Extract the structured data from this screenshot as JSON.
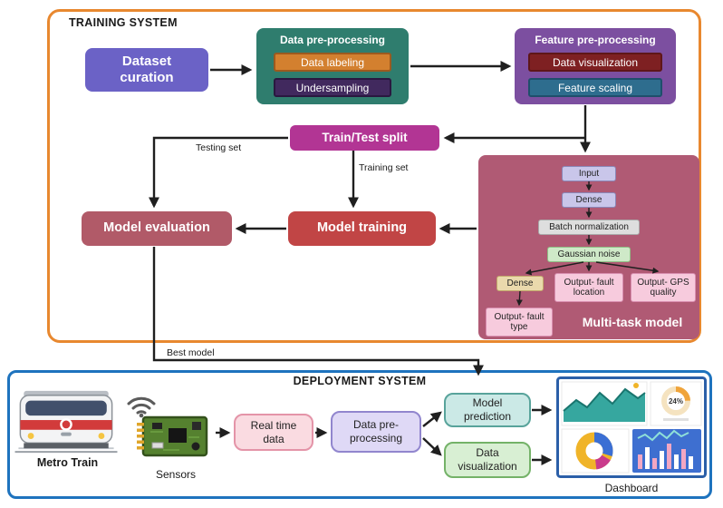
{
  "colors": {
    "training_border": "#E8882F",
    "deployment_border": "#1E73BE",
    "dataset_curation": "#6B62C6",
    "data_preprocessing_bg": "#2F7D6E",
    "data_labeling": "#D3802F",
    "undersampling": "#41295E",
    "feature_preprocessing_bg": "#7C4FA0",
    "data_visualization": "#7E2022",
    "feature_scaling": "#2E6D8E",
    "train_test_split": "#B23594",
    "model_evaluation": "#B15A68",
    "model_training": "#C14545",
    "multitask_bg": "#B05A74",
    "arrow": "#1F1F1F"
  },
  "training": {
    "title": "TRAINING SYSTEM",
    "dataset_curation": "Dataset curation",
    "data_preprocessing": {
      "title": "Data pre-processing",
      "items": [
        "Data labeling",
        "Undersampling"
      ]
    },
    "feature_preprocessing": {
      "title": "Feature pre-processing",
      "items": [
        "Data visualization",
        "Feature scaling"
      ]
    },
    "train_test_split": "Train/Test split",
    "model_evaluation": "Model evaluation",
    "model_training": "Model training",
    "edge_labels": {
      "testing_set": "Testing set",
      "training_set": "Training set",
      "best_model": "Best model"
    },
    "multitask": {
      "title": "Multi-task model",
      "input": "Input",
      "dense_1": "Dense",
      "batch_normalization": "Batch normalization",
      "gaussian_noise": "Gaussian noise",
      "dense_2": "Dense",
      "output_fault_location": "Output- fault location",
      "output_gps_quality": "Output- GPS quality",
      "output_fault_type": "Output- fault type"
    }
  },
  "deployment": {
    "title": "DEPLOYMENT SYSTEM",
    "metro_train": "Metro Train",
    "sensors": "Sensors",
    "real_time_data": "Real time data",
    "data_preprocessing": "Data pre-processing",
    "model_prediction": "Model prediction",
    "data_visualization": "Data visualization",
    "dashboard": "Dashboard",
    "gauge_value": "24%"
  }
}
